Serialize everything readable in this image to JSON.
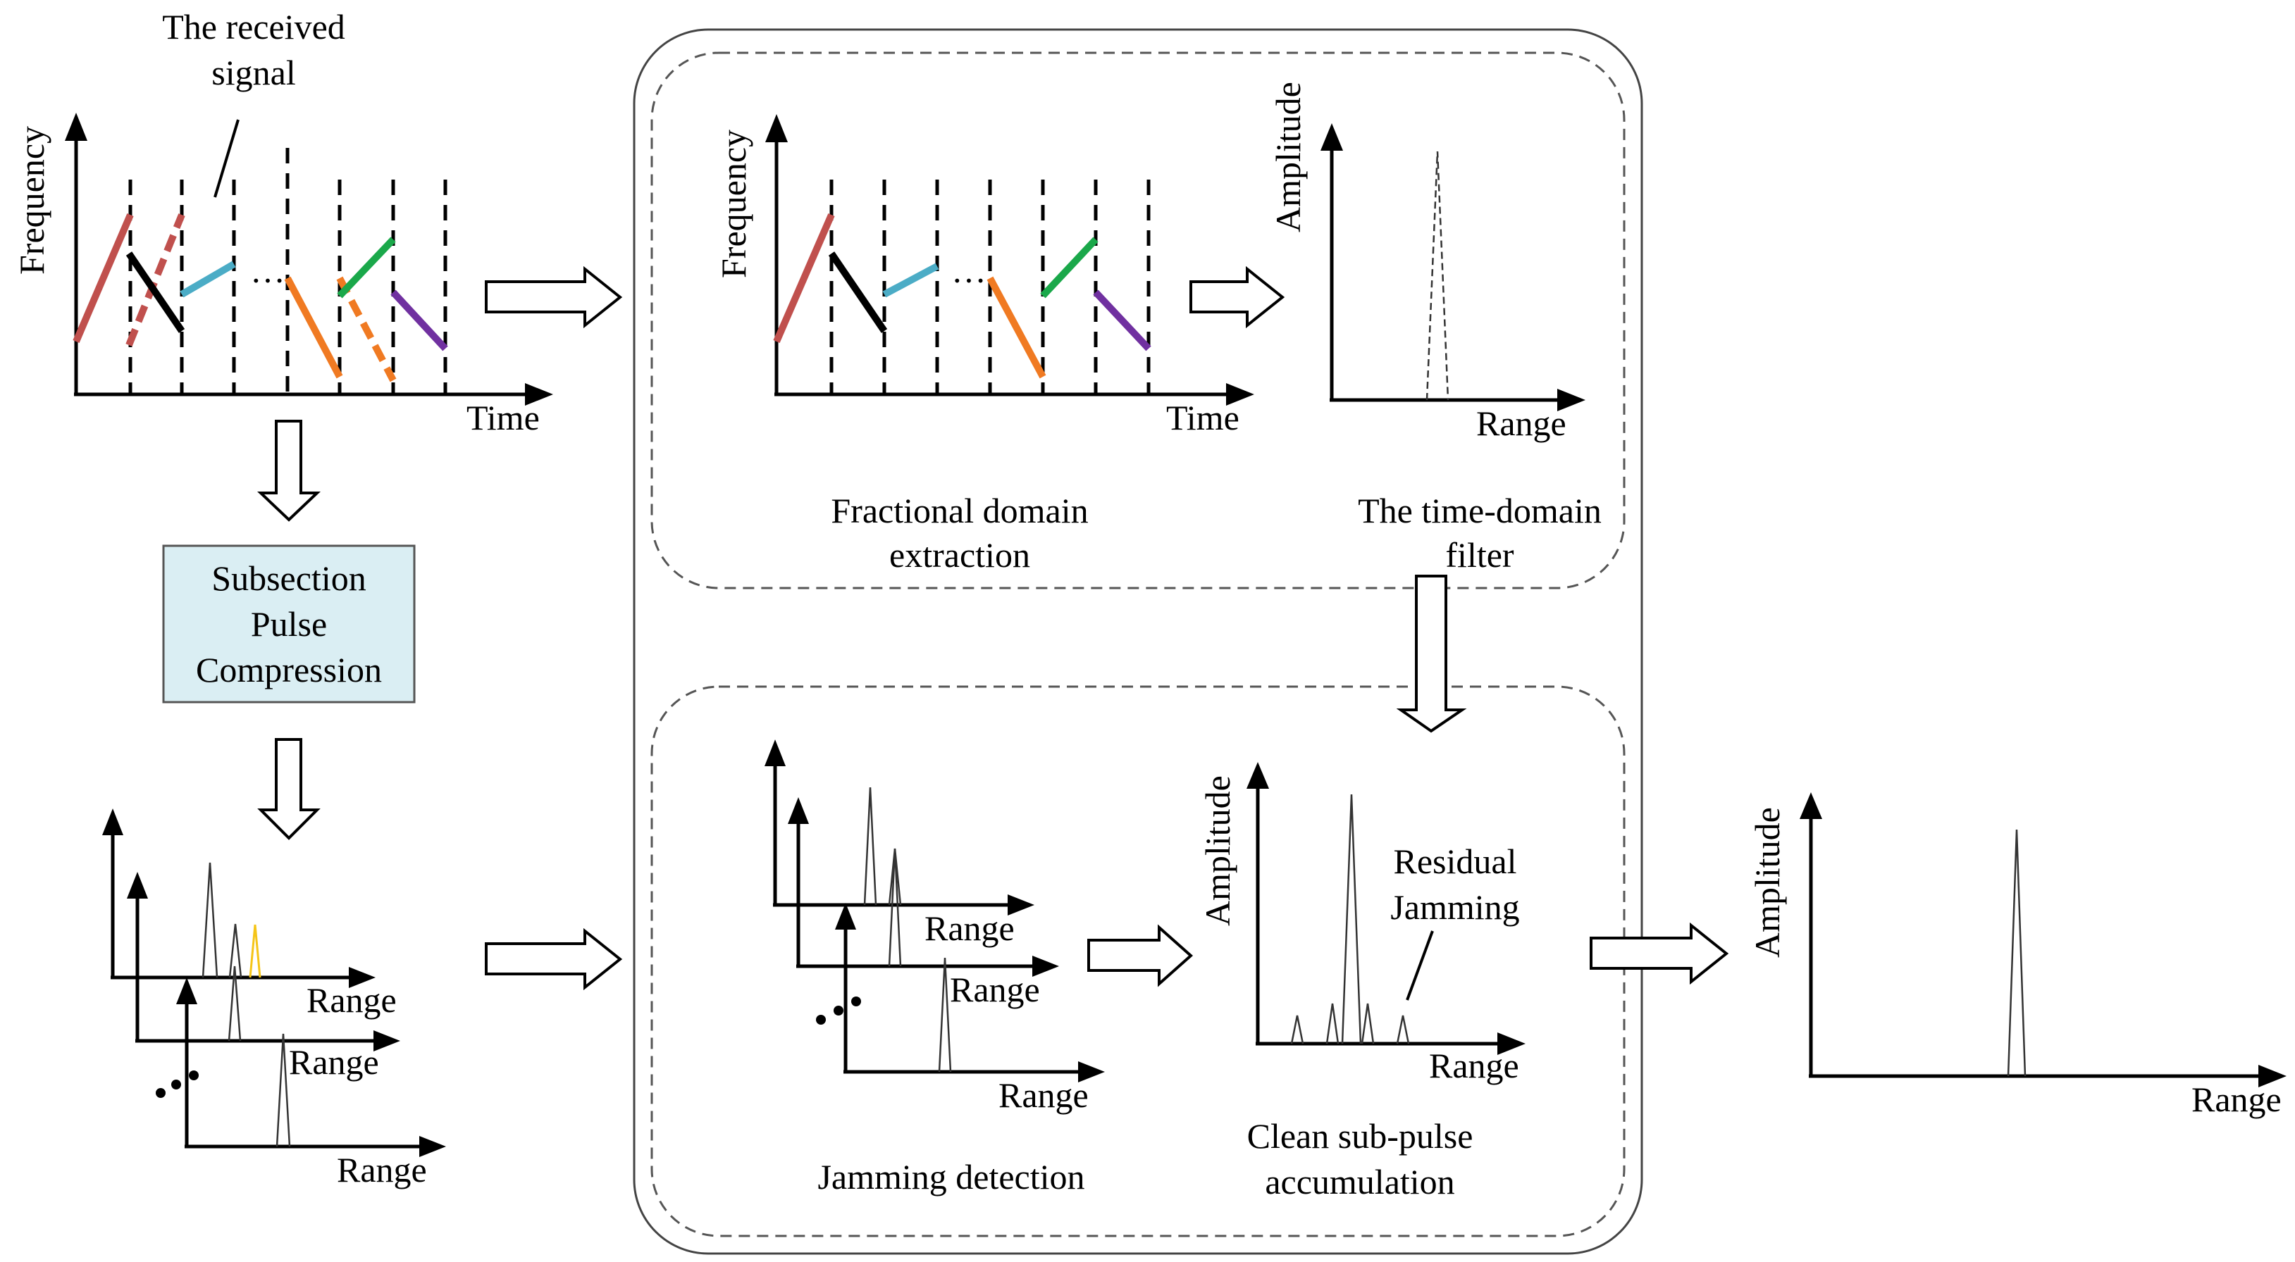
{
  "labels": {
    "received_signal_line1": "The received",
    "received_signal_line2": "signal",
    "frequency": "Frequency",
    "time": "Time",
    "range": "Range",
    "amplitude": "Amplitude",
    "subsection_line1": "Subsection",
    "subsection_line2": "Pulse",
    "subsection_line3": "Compression",
    "fractional_line1": "Fractional domain",
    "fractional_line2": "extraction",
    "tdfilter_line1": "The time-domain",
    "tdfilter_line2": "filter",
    "residual_line1": "Residual",
    "residual_line2": "Jamming",
    "jamming_detection": "Jamming detection",
    "clean_line1": "Clean sub-pulse",
    "clean_line2": "accumulation",
    "ellipsis": "···"
  },
  "colors": {
    "chirp_red": "#c0504d",
    "chirp_black": "#000000",
    "chirp_blue": "#4bacc6",
    "chirp_orange": "#f07a22",
    "chirp_green": "#1aa84a",
    "chirp_purple": "#7030a0",
    "subsection_box_fill": "#daeef3",
    "yellow_peak": "#f5c518"
  }
}
